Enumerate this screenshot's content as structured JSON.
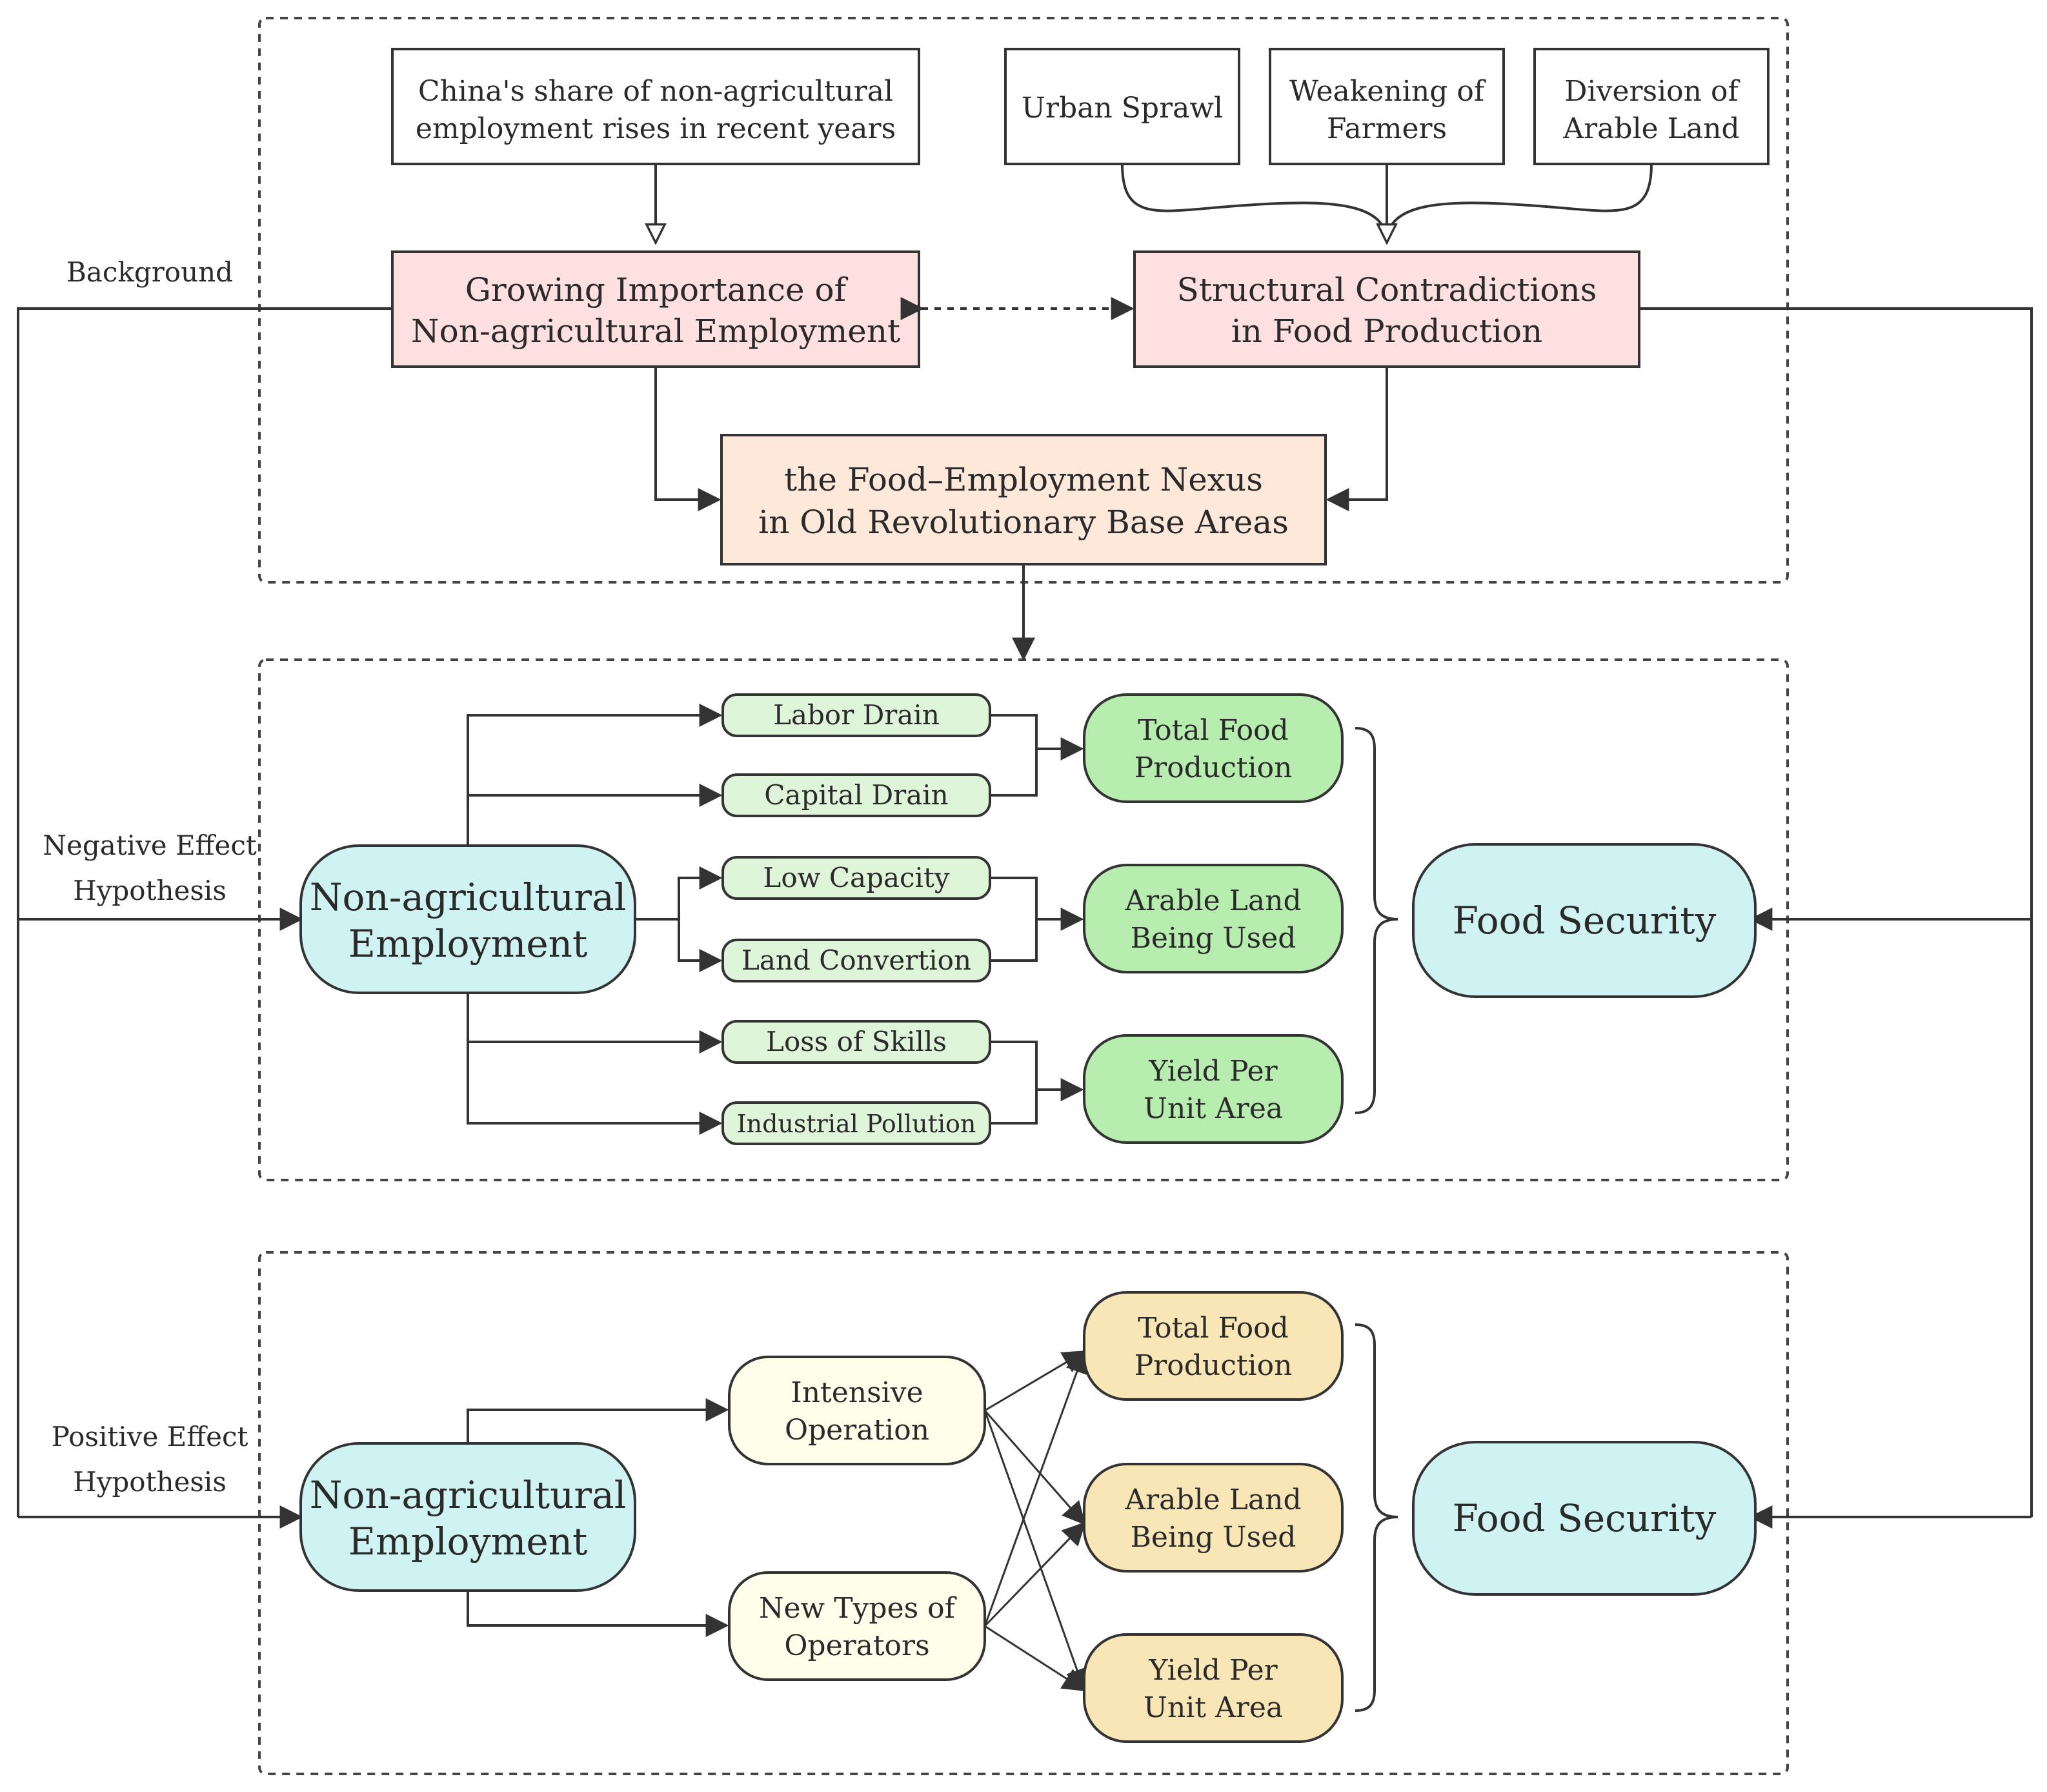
{
  "side_labels": {
    "background": "Background",
    "negative": [
      "Negative Effect",
      "Hypothesis"
    ],
    "positive": [
      "Positive Effect",
      "Hypothesis"
    ]
  },
  "background": {
    "share_box": [
      "China's share of non-agricultural",
      "employment rises in recent years"
    ],
    "urban_sprawl": [
      "Urban Sprawl"
    ],
    "weakening_farmers": [
      "Weakening of",
      "Farmers"
    ],
    "diversion_land": [
      "Diversion of",
      "Arable Land"
    ],
    "growing_importance": [
      "Growing Importance of",
      "Non-agricultural Employment"
    ],
    "structural_contradictions": [
      "Structural Contradictions",
      "in Food Production"
    ],
    "nexus": [
      "the Food–Employment Nexus",
      "in Old Revolutionary Base Areas"
    ]
  },
  "negative_effect": {
    "source": [
      "Non-agricultural",
      "Employment"
    ],
    "mechanisms": [
      "Labor Drain",
      "Capital Drain",
      "Low Capacity",
      "Land Convertion",
      "Loss of Skills",
      "Industrial Pollution"
    ],
    "outcomes": [
      [
        "Total Food",
        "Production"
      ],
      [
        "Arable Land",
        "Being Used"
      ],
      [
        "Yield Per",
        "Unit Area"
      ]
    ],
    "target": "Food Security"
  },
  "positive_effect": {
    "source": [
      "Non-agricultural",
      "Employment"
    ],
    "mechanisms": [
      [
        "Intensive",
        "Operation"
      ],
      [
        "New Types of",
        "Operators"
      ]
    ],
    "outcomes": [
      [
        "Total Food",
        "Production"
      ],
      [
        "Arable Land",
        "Being Used"
      ],
      [
        "Yield Per",
        "Unit Area"
      ]
    ],
    "target": "Food Security"
  },
  "colors": {
    "pink": "#fde0df",
    "peach": "#fde8da",
    "green": "#b8edb0",
    "light_green": "#dff5da",
    "cyan": "#cff3f2",
    "cream": "#fefeea",
    "yellow": "#f8e6b6"
  }
}
